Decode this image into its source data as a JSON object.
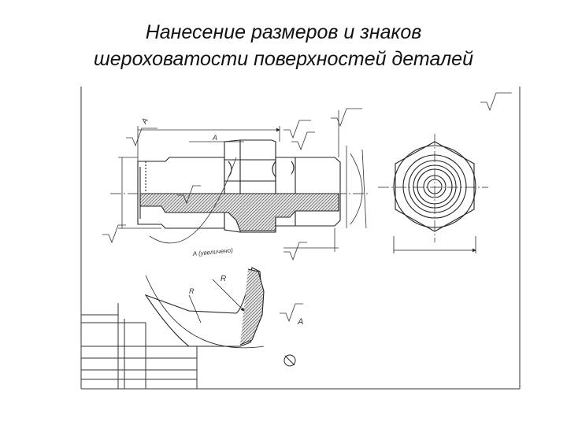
{
  "title": {
    "line1": "Нанесение размеров и знаков",
    "line2": "шероховатости поверхностей деталей"
  },
  "drawing": {
    "labels": {
      "dim_a_top": "A",
      "dim_a_mid": "A",
      "roughness_a": "A",
      "hatch_note": "A (увеличено)",
      "R": "R",
      "Rp": "R"
    }
  },
  "colors": {
    "line": "#222222",
    "hatch_fill": "#d8d8d8",
    "frame": "#333333"
  }
}
